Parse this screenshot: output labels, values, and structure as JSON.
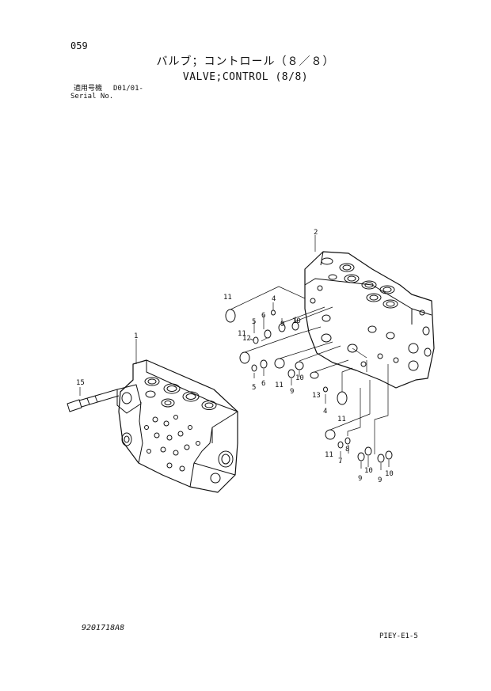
{
  "header": {
    "page_number": "059",
    "title_jp": "バルブ；コントロール（８／８）",
    "title_en": "VALVE;CONTROL (8/8)",
    "serial_label_jp": "適用号機",
    "serial_value": "D01/01-",
    "serial_label_en": "Serial No."
  },
  "footer": {
    "drawing_number": "9201718A8",
    "page_ref": "PIEY-E1-5"
  },
  "callouts": [
    "1",
    "2",
    "4",
    "4",
    "5",
    "5",
    "6",
    "6",
    "7",
    "8",
    "9",
    "9",
    "9",
    "9",
    "10",
    "10",
    "10",
    "10",
    "11",
    "11",
    "11",
    "11",
    "11",
    "12",
    "13",
    "15"
  ]
}
